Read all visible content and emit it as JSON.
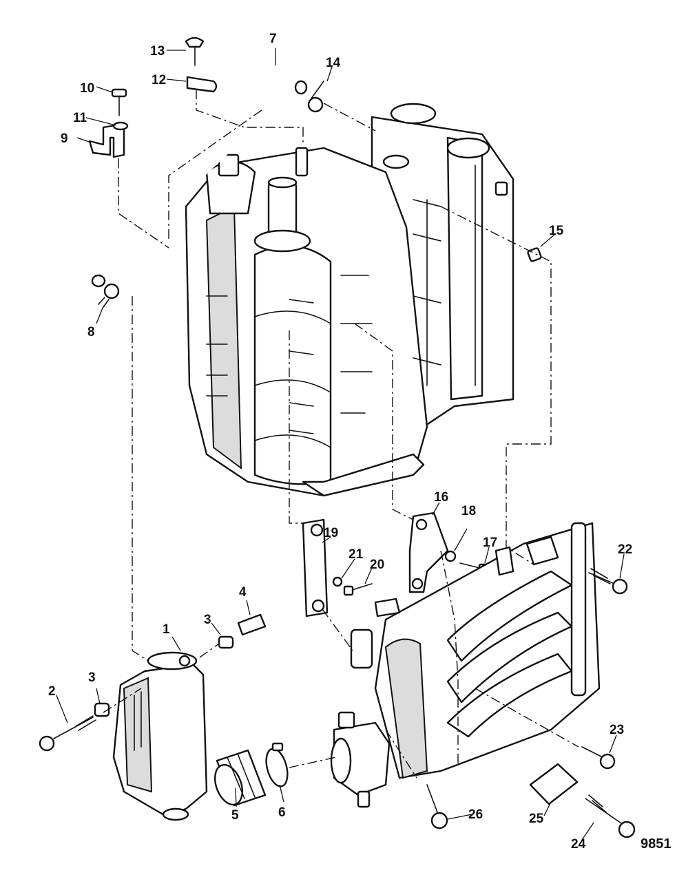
{
  "figure_number": "9851",
  "colors": {
    "line": "#111111",
    "background": "#ffffff",
    "shade": "#dcdcdc"
  },
  "callouts": [
    "1",
    "2",
    "3",
    "3",
    "4",
    "5",
    "6",
    "7",
    "8",
    "9",
    "10",
    "11",
    "12",
    "13",
    "14",
    "15",
    "16",
    "17",
    "18",
    "19",
    "20",
    "21",
    "22",
    "23",
    "24",
    "25",
    "26"
  ]
}
